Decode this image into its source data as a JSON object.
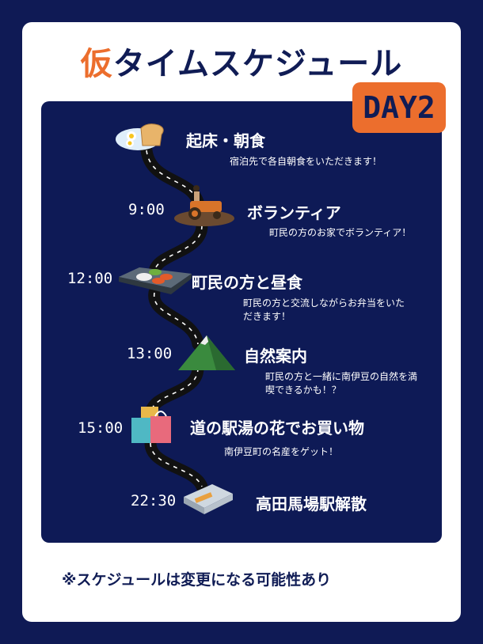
{
  "header": {
    "title_accent": "仮",
    "title_rest": "タイムスケジュール",
    "day_badge": "DAY2"
  },
  "schedule": [
    {
      "time": "",
      "title": "起床・朝食",
      "description": "宿泊先で各自朝食をいただきます！",
      "icon": "breakfast-icon"
    },
    {
      "time": "9:00",
      "title": "ボランティア",
      "description": "町民の方のお家でボランティア！",
      "icon": "tractor-icon"
    },
    {
      "time": "12:00",
      "title": "町民の方と昼食",
      "description": "町民の方と交流しながらお弁当をいただきます！",
      "icon": "bento-icon"
    },
    {
      "time": "13:00",
      "title": "自然案内",
      "description": "町民の方と一緒に南伊豆の自然を満喫できるかも！？",
      "icon": "mountain-icon"
    },
    {
      "time": "15:00",
      "title": "道の駅湯の花でお買い物",
      "description": "南伊豆町の名産をゲット！",
      "icon": "shopping-bags-icon"
    },
    {
      "time": "22:30",
      "title": "高田馬場駅解散",
      "description": "",
      "icon": "station-icon"
    }
  ],
  "footer": {
    "note": "※スケジュールは変更になる可能性あり"
  },
  "colors": {
    "navy": "#0f1a55",
    "accent": "#ec6e2d"
  }
}
